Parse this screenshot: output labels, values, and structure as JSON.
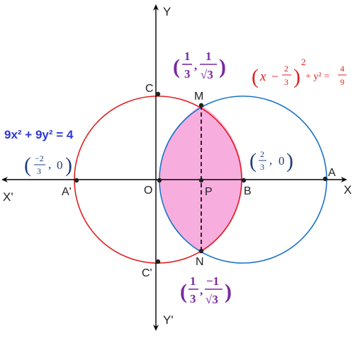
{
  "axes": {
    "x": "X",
    "x_neg": "X'",
    "y": "Y",
    "y_neg": "Y'"
  },
  "points": {
    "origin": "O",
    "A": "A",
    "A_prime": "A'",
    "B": "B",
    "C": "C",
    "C_prime": "C'",
    "M": "M",
    "N": "N",
    "P": "P"
  },
  "equations": {
    "circle1": "9x² + 9y² = 4",
    "circle2": {
      "open": "(",
      "x": "x",
      "minus": "−",
      "num": "2",
      "den": "3",
      "close": ")",
      "exp": "2",
      "rest": "+ y² = ",
      "rhs_num": "4",
      "rhs_den": "9"
    }
  },
  "coordinates": {
    "M": {
      "x_num": "1",
      "x_den": "3",
      "y_num": "1",
      "y_den": "√3",
      "sep": ","
    },
    "N": {
      "x_num": "1",
      "x_den": "3",
      "y_num": "−1",
      "y_den": "√3",
      "sep": ","
    },
    "A_prime": {
      "num": "−2",
      "den": "3",
      "sep": ",",
      "y": "0"
    },
    "B": {
      "num": "2",
      "den": "3",
      "sep": ",",
      "y": "0"
    }
  },
  "colors": {
    "circle1": "#e02020",
    "circle2": "#1a73c8",
    "overlap_fill": "#f7aede",
    "axis": "#000000",
    "point": "#222222"
  }
}
